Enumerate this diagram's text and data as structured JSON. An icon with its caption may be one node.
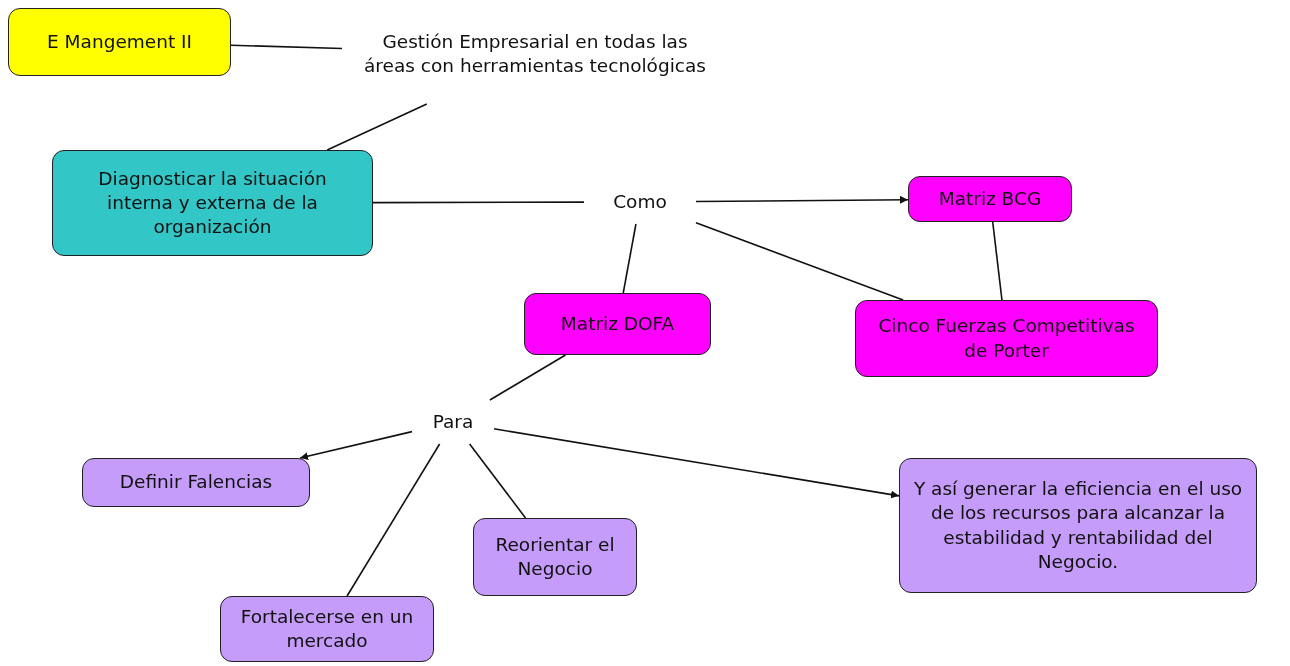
{
  "diagram": {
    "nodes": [
      {
        "text": [
          "E Mangement II"
        ]
      },
      {
        "text": [
          "Gestión Empresarial en todas las áreas con herramientas tecnológicas"
        ]
      },
      {
        "text": [
          "Diagnosticar la situación interna y externa de la organización"
        ]
      },
      {
        "text": [
          "Como"
        ]
      },
      {
        "text": [
          "Matriz BCG"
        ]
      },
      {
        "text": [
          "Matriz DOFA"
        ]
      },
      {
        "text": [
          "Cinco Fuerzas Competitivas de Porter"
        ]
      },
      {
        "text": [
          "Para"
        ]
      },
      {
        "text": [
          "Definir Falencias"
        ]
      },
      {
        "text": [
          "Reorientar el Negocio"
        ]
      },
      {
        "text": [
          "Y así generar la eficiencia en el uso de los recursos para alcanzar la estabilidad  y rentabilidad del Negocio."
        ]
      },
      {
        "text": [
          "Fortalecerse en un mercado"
        ]
      }
    ],
    "edges": [
      {
        "from": 0,
        "to": 1,
        "arrow": "none"
      },
      {
        "from": 1,
        "to": 2,
        "arrow": "none"
      },
      {
        "from": 2,
        "to": 3,
        "arrow": "none"
      },
      {
        "from": 3,
        "to": 4,
        "arrow": "to"
      },
      {
        "from": 3,
        "to": 5,
        "arrow": "none"
      },
      {
        "from": 3,
        "to": 6,
        "arrow": "none"
      },
      {
        "from": 4,
        "to": 6,
        "arrow": "none"
      },
      {
        "from": 5,
        "to": 7,
        "arrow": "none"
      },
      {
        "from": 7,
        "to": 8,
        "arrow": "to"
      },
      {
        "from": 7,
        "to": 11,
        "arrow": "none"
      },
      {
        "from": 7,
        "to": 9,
        "arrow": "none"
      },
      {
        "from": 7,
        "to": 10,
        "arrow": "to"
      }
    ]
  }
}
